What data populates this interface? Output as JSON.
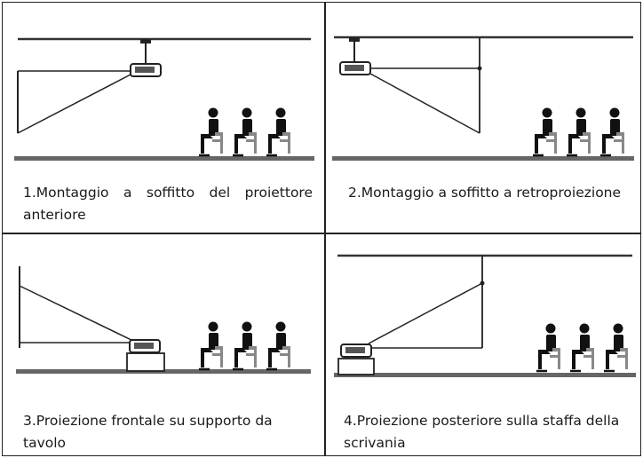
{
  "panels": [
    {
      "id": "ceiling-front",
      "caption": "1.Montaggio a soffitto del proiettore anteriore"
    },
    {
      "id": "ceiling-rear",
      "caption": "2.Montaggio a soffitto a retroproiezione"
    },
    {
      "id": "table-front",
      "caption": "3.Proiezione frontale su supporto da tavolo"
    },
    {
      "id": "table-rear",
      "caption": "4.Proiezione posteriore sulla staffa della scrivania"
    }
  ],
  "colors": {
    "line": "#222222",
    "ground": "#555555",
    "figure": "#111111",
    "projector": "#444444"
  }
}
